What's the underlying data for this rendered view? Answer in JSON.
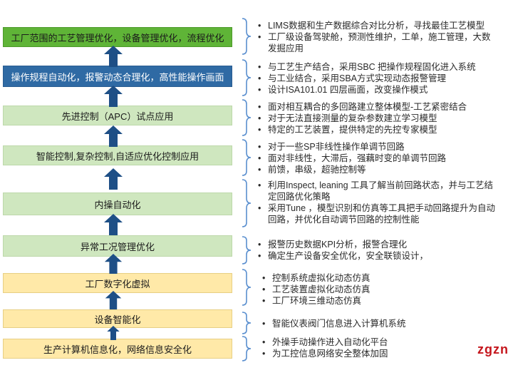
{
  "levels": [
    {
      "label": "工厂范围的工艺管理优化，设备管理优化，流程优化",
      "bullets": [
        "LIMS数据和生产数据综合对比分析，寻找最佳工艺模型",
        "工厂级设备驾驶舱，预测性维护，工单，施工管理，大数",
        "发掘应用"
      ]
    },
    {
      "label": "操作规程自动化，报警动态合理化，高性能操作画面",
      "bullets": [
        "与工艺生产结合，采用SBC 把操作规程固化进入系统",
        "与工业结合，采用SBA方式实现动态报警管理",
        "设计ISA101.01  四层画面，改变操作模式"
      ]
    },
    {
      "label": "先进控制（APC）试点应用",
      "bullets": [
        "面对相互耦合的多回路建立整体模型-工艺紧密结合",
        "对于无法直接测量的复杂参数建立学习模型",
        "特定的工艺装置，提供特定的先控专家模型"
      ]
    },
    {
      "label": "智能控制,复杂控制,自适应优化控制应用",
      "bullets": [
        "对于一些SP非线性操作单调节回路",
        "面对非线性，大滞后，强藕时变的单调节回路",
        "前馈，串级，超驰控制等"
      ]
    },
    {
      "label": "内操自动化",
      "bullets": [
        "利用Inspect, leaning 工具了解当前回路状态，并与工艺结",
        "定回路优化策略",
        "采用Tune ，模型识别和仿真等工具把手动回路提升为自动",
        "回路，并优化自动调节回路的控制性能"
      ]
    },
    {
      "label": "异常工况管理优化",
      "bullets": [
        "报警历史数据KPI分析，报警合理化",
        "确定生产设备安全优化，安全联锁设计，"
      ]
    },
    {
      "label": "工厂数字化虚拟",
      "bullets": [
        "控制系统虚拟化动态仿真",
        "工艺装置虚拟化动态仿真",
        "工厂环境三维动态仿真"
      ]
    },
    {
      "label": "设备智能化",
      "bullets": [
        "智能仪表阀门信息进入计算机系统"
      ]
    },
    {
      "label": "生产计算机信息化，网络信息安全化",
      "bullets": [
        "外操手动操作进入自动化平台",
        "为工控信息网络安全整体加固"
      ]
    }
  ],
  "logo_text": "zgzn",
  "colors": {
    "green_top": "#5fb437",
    "green_light": "#cfe7bf",
    "blue": "#2f6aa4",
    "yellow": "#ffe9a8",
    "arrow": "#1e4f86",
    "brace": "#5a8fcf"
  }
}
